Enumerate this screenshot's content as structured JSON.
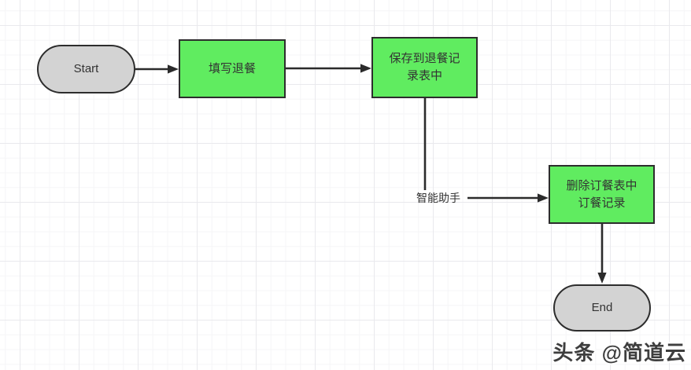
{
  "canvas": {
    "background": "#ffffff",
    "grid_minor_color": "#f5f5f7",
    "grid_major_color": "#e9e9ed"
  },
  "palette": {
    "process_fill": "#60ec60",
    "process_border": "#2d2d2d",
    "terminal_fill": "#d3d3d3",
    "terminal_border": "#2d2d2d",
    "connector_color": "#2b2b2b",
    "text_color": "#333333"
  },
  "nodes": [
    {
      "id": "start",
      "type": "terminal",
      "label": "Start"
    },
    {
      "id": "fill-meal-refund",
      "type": "process",
      "label": "填写退餐"
    },
    {
      "id": "save-to-refund-record-table",
      "type": "process",
      "label": "保存到退餐记录表中"
    },
    {
      "id": "delete-order-record",
      "type": "process",
      "label": "删除订餐表中订餐记录"
    },
    {
      "id": "end",
      "type": "terminal",
      "label": "End"
    }
  ],
  "edges": [
    {
      "from": "start",
      "to": "fill-meal-refund",
      "label": ""
    },
    {
      "from": "fill-meal-refund",
      "to": "save-to-refund-record-table",
      "label": ""
    },
    {
      "from": "save-to-refund-record-table",
      "to": "delete-order-record",
      "label": "智能助手"
    },
    {
      "from": "delete-order-record",
      "to": "end",
      "label": ""
    }
  ],
  "watermark": {
    "text": "头条 @简道云"
  }
}
